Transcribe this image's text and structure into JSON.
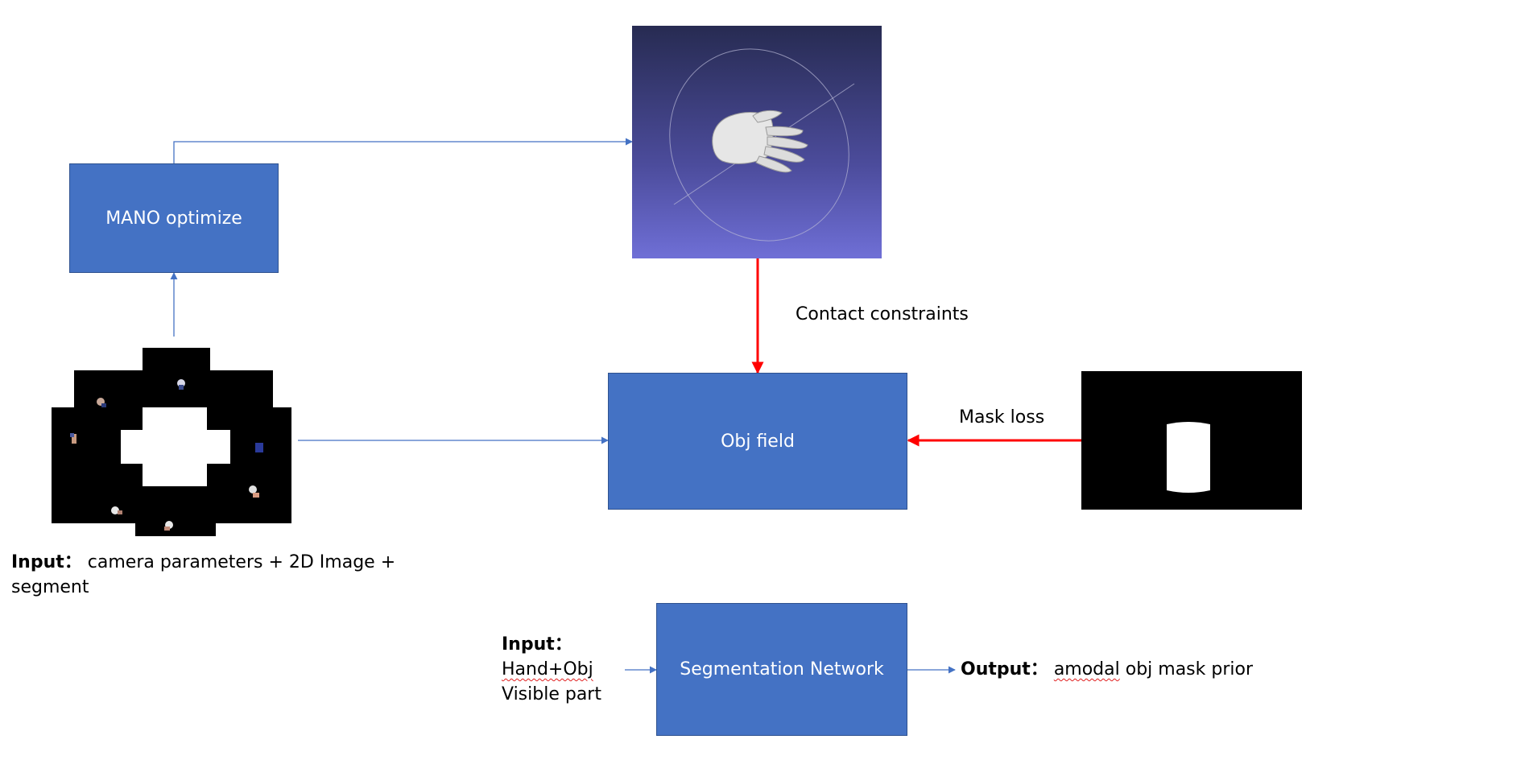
{
  "diagram": {
    "nodes": {
      "mano": "MANO optimize",
      "obj_field": "Obj field",
      "seg_net": "Segmentation Network"
    },
    "edge_labels": {
      "contact": "Contact constraints",
      "mask_loss": "Mask loss"
    },
    "input_main": {
      "label": "Input：",
      "text_line1": "camera parameters + 2D Image +",
      "text_line2": "segment"
    },
    "input_seg": {
      "label": "Input：",
      "line1": "Hand+Obj",
      "line2": "Visible part"
    },
    "output_seg": {
      "label": "Output：",
      "word1": "amodal",
      "rest": " obj mask prior"
    },
    "colors": {
      "box_fill": "#4472c4",
      "box_border": "#2f528f",
      "flow_arrow": "#4472c4",
      "constraint_arrow": "#ff0000"
    },
    "icons": [
      "hand-mesh-icon",
      "cylinder-mask-icon",
      "multiview-image-icon"
    ]
  }
}
